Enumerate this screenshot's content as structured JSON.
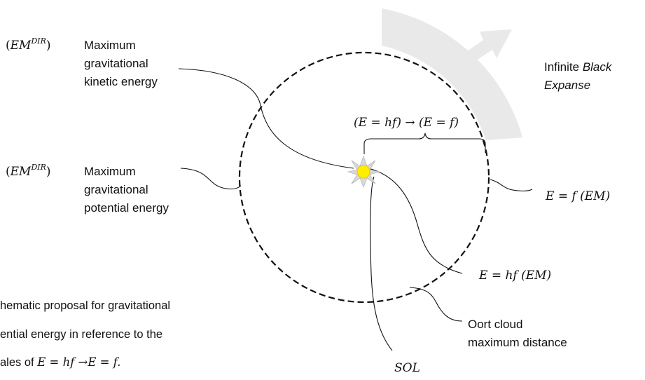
{
  "labels": {
    "em_dir_1": {
      "open": "(",
      "base": "EM",
      "sup": "DIR",
      "close": ")"
    },
    "em_dir_2": {
      "open": "(",
      "base": "EM",
      "sup": "DIR",
      "close": ")"
    },
    "kinetic": [
      "Maximum",
      "gravitational",
      "kinetic energy"
    ],
    "potential": [
      "Maximum",
      "gravitational",
      "potential energy"
    ],
    "infinite": {
      "line1_plain": "Infinite ",
      "line1_italic": "Black",
      "line2_italic": "Expanse"
    },
    "brace_formula": "(E = hf) → (E = f)",
    "e_f_em": "E = f (EM)",
    "e_hf_em": "E = hf (EM)",
    "oort": [
      "Oort cloud",
      "maximum distance"
    ],
    "sol": "SOL"
  },
  "caption": {
    "line1": "hematic proposal for gravitational",
    "line2": "ential energy in reference to the",
    "line3_plain": "ales of ",
    "line3_math": "E = hf →E = f."
  },
  "colors": {
    "arc": "#e9e9e9",
    "sun_fill": "#ffee00",
    "sun_rays": "#c8c8c8",
    "ink": "#111111"
  },
  "icons": {
    "sun": "sun-icon",
    "arrow": "outward-arrow-icon"
  }
}
